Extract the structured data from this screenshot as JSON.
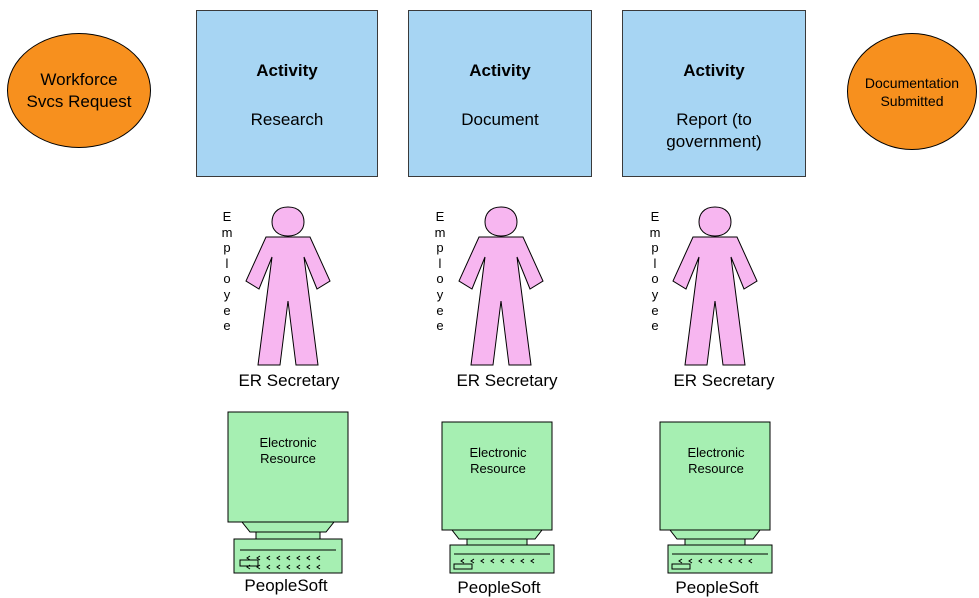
{
  "start_event": {
    "line1": "Workforce",
    "line2": "Svcs Request"
  },
  "end_event": {
    "line1": "Documentation",
    "line2": "Submitted"
  },
  "activities": [
    {
      "heading": "Activity",
      "line1": "Research",
      "line2": ""
    },
    {
      "heading": "Activity",
      "line1": "Document",
      "line2": ""
    },
    {
      "heading": "Activity",
      "line1": "Report (to",
      "line2": "government)"
    }
  ],
  "people": [
    {
      "vertical_label": "Employee",
      "role": "ER Secretary"
    },
    {
      "vertical_label": "Employee",
      "role": "ER Secretary"
    },
    {
      "vertical_label": "Employee",
      "role": "ER Secretary"
    }
  ],
  "computers": [
    {
      "screen_line1": "Electronic",
      "screen_line2": "Resource",
      "system": "PeopleSoft"
    },
    {
      "screen_line1": "Electronic",
      "screen_line2": "Resource",
      "system": "PeopleSoft"
    },
    {
      "screen_line1": "Electronic",
      "screen_line2": "Resource",
      "system": "PeopleSoft"
    }
  ],
  "colors": {
    "event_fill": "#f7901e",
    "activity_fill": "#a7d5f3",
    "person_fill": "#f7b6f0",
    "computer_fill": "#a6efb2"
  }
}
